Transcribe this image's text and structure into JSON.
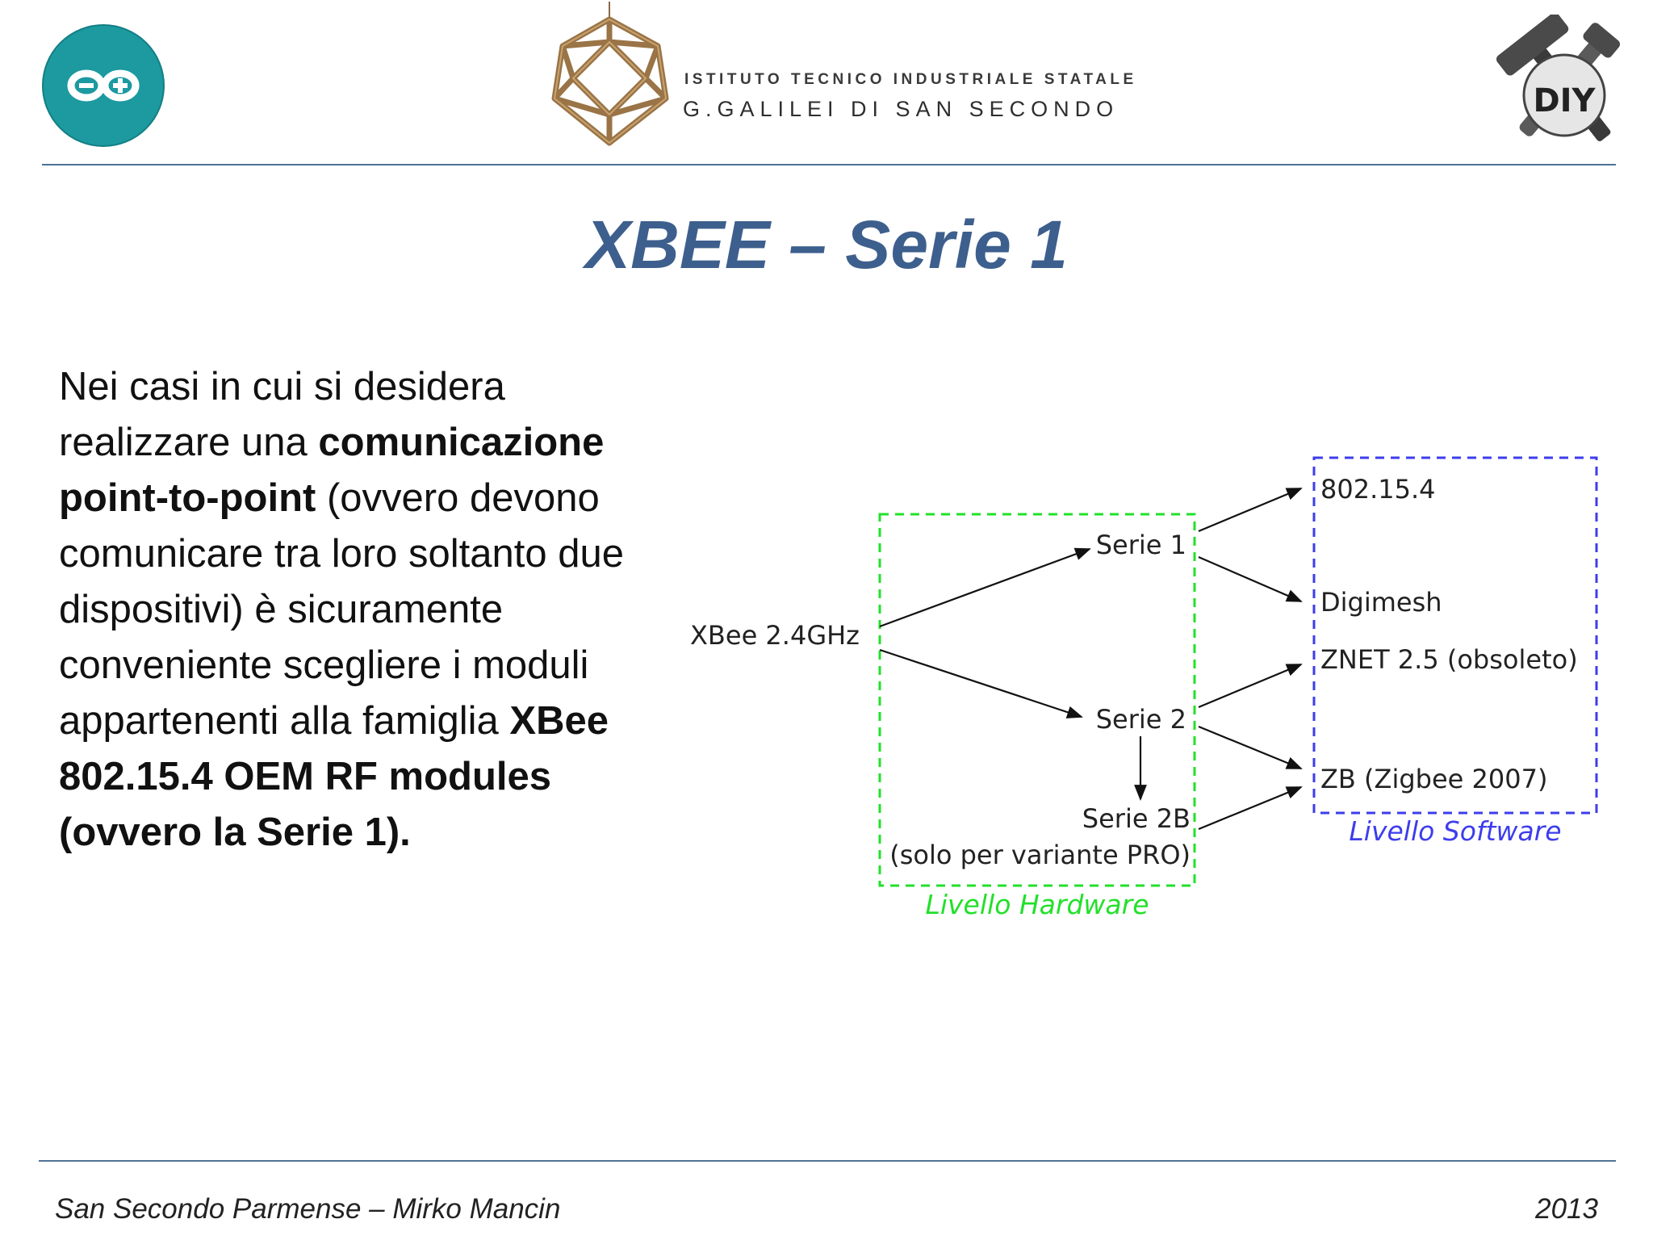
{
  "header": {
    "school_line1": "Istituto Tecnico Industriale Statale",
    "school_line2": "G.Galilei di San Secondo",
    "diy_logo_text": "DIY"
  },
  "title": "XBEE – Serie 1",
  "body": {
    "t1": "Nei casi in cui si desidera realizzare una ",
    "b1": "comunicazione point-to-point",
    "t2": " (ovvero devono comunicare  tra loro soltanto due dispositivi) è sicuramente conveniente scegliere i moduli appartenenti alla famiglia ",
    "b2": "XBee 802.15.4 OEM RF modules (ovvero la Serie 1)."
  },
  "diagram": {
    "root": "XBee 2.4GHz",
    "serie1": "Serie 1",
    "serie2": "Serie 2",
    "serie2b": "Serie 2B",
    "serie2b_note": "(solo per variante PRO)",
    "sw_802": "802.15.4",
    "sw_digimesh": "Digimesh",
    "sw_znet": "ZNET 2.5 (obsoleto)",
    "sw_zb": "ZB (Zigbee 2007)",
    "hw_label": "Livello Hardware",
    "sw_label": "Livello Software",
    "colors": {
      "hardware": "#22e02a",
      "software": "#3d3ded",
      "arrow": "#111111"
    }
  },
  "footer": {
    "left": "San Secondo Parmense – Mirko Mancin",
    "right": "2013"
  }
}
